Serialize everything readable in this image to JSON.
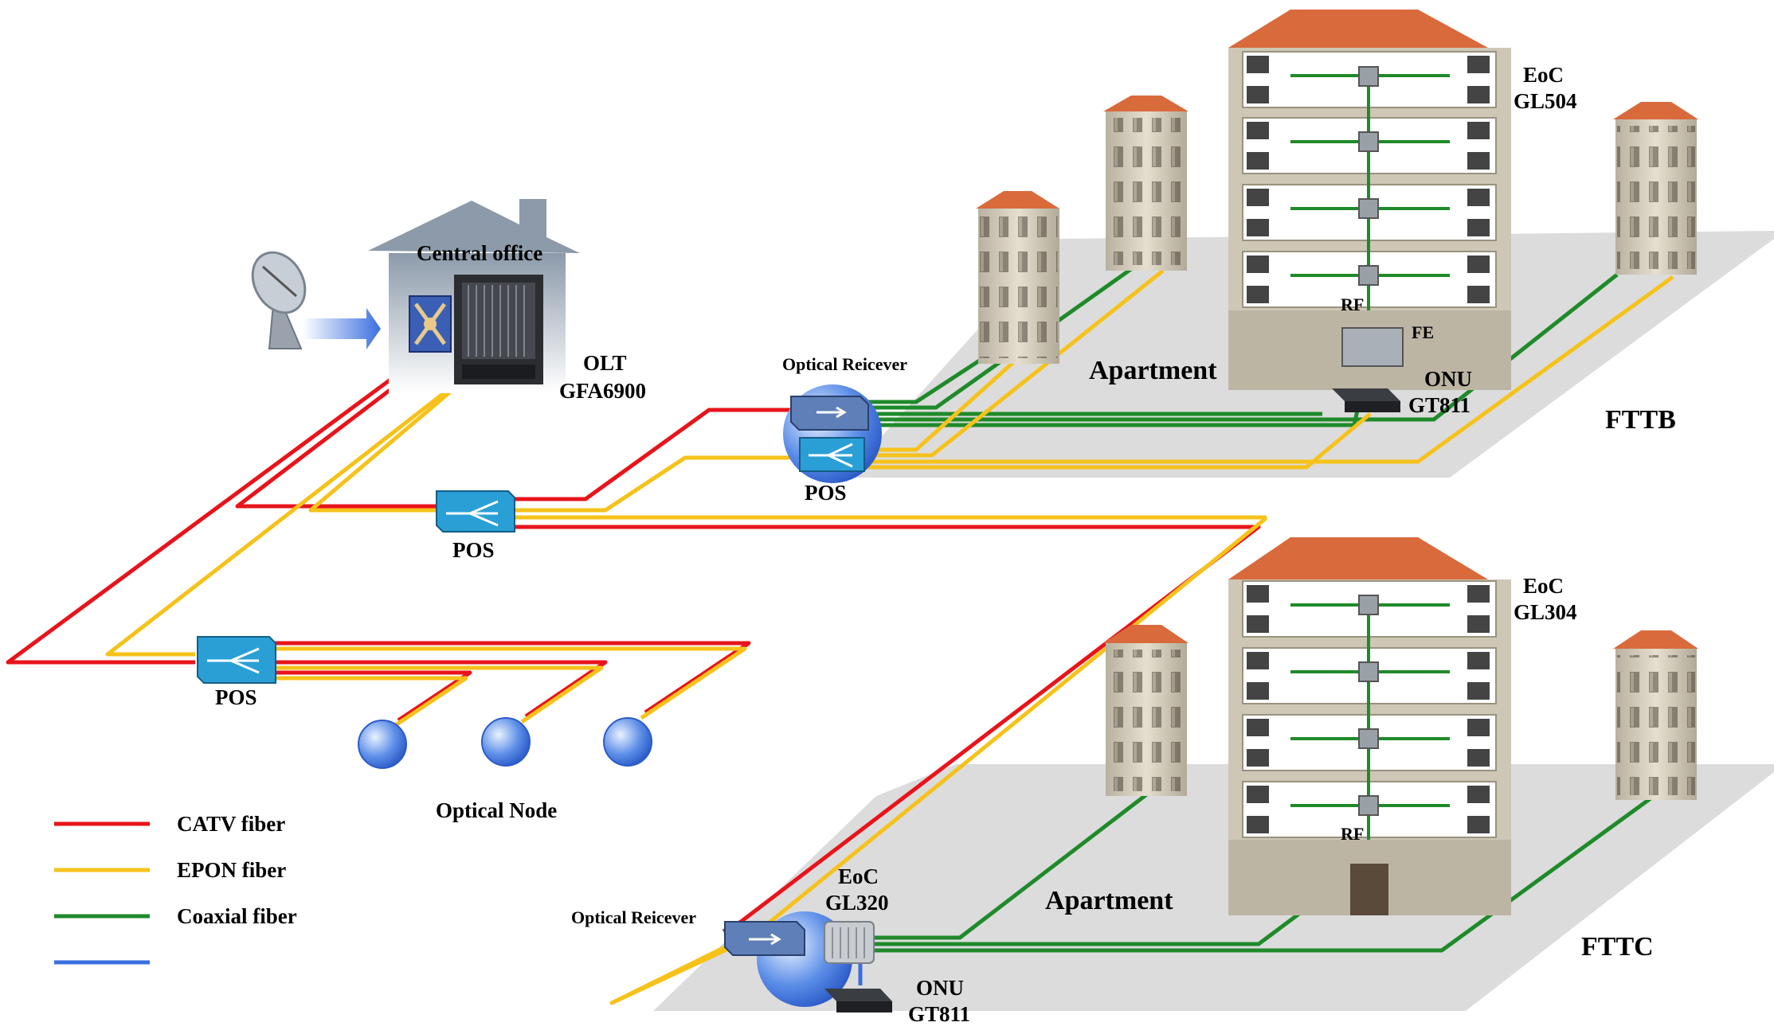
{
  "labels": {
    "central_office": "Central office",
    "olt_1": "OLT",
    "olt_2": "GFA6900",
    "pos_top": "POS",
    "pos_mid": "POS",
    "pos_bottom": "POS",
    "optical_receiver_top": "Optical Reicever",
    "optical_receiver_bottom": "Optical Reicever",
    "optical_node": "Optical Node",
    "apartment_top": "Apartment",
    "apartment_bottom": "Apartment",
    "eoc_gl504_1": "EoC",
    "eoc_gl504_2": "GL504",
    "eoc_gl304_1": "EoC",
    "eoc_gl304_2": "GL304",
    "eoc_gl320_1": "EoC",
    "eoc_gl320_2": "GL320",
    "onu_top_1": "ONU",
    "onu_top_2": "GT811",
    "onu_bottom_1": "ONU",
    "onu_bottom_2": "GT811",
    "rf_top": "RF",
    "fe_top": "FE",
    "rf_bottom": "RF",
    "fttb": "FTTB",
    "fttc": "FTTC"
  },
  "legend": [
    {
      "label": "CATV fiber",
      "color": "#e8141b"
    },
    {
      "label": "EPON fiber",
      "color": "#f6c21a"
    },
    {
      "label": "Coaxial fiber",
      "color": "#1f8a2a"
    },
    {
      "label": "",
      "color": "#3b6fe0"
    }
  ],
  "colors": {
    "catv": "#e8141b",
    "epon": "#f6c21a",
    "coax": "#1f8a2a",
    "blue": "#3b6fe0",
    "roof": "#d96a3c",
    "building": "#d9d2c2",
    "platform": "#dcdcdc",
    "house": "#8c9aaa",
    "pos": "#2a9fd6"
  }
}
